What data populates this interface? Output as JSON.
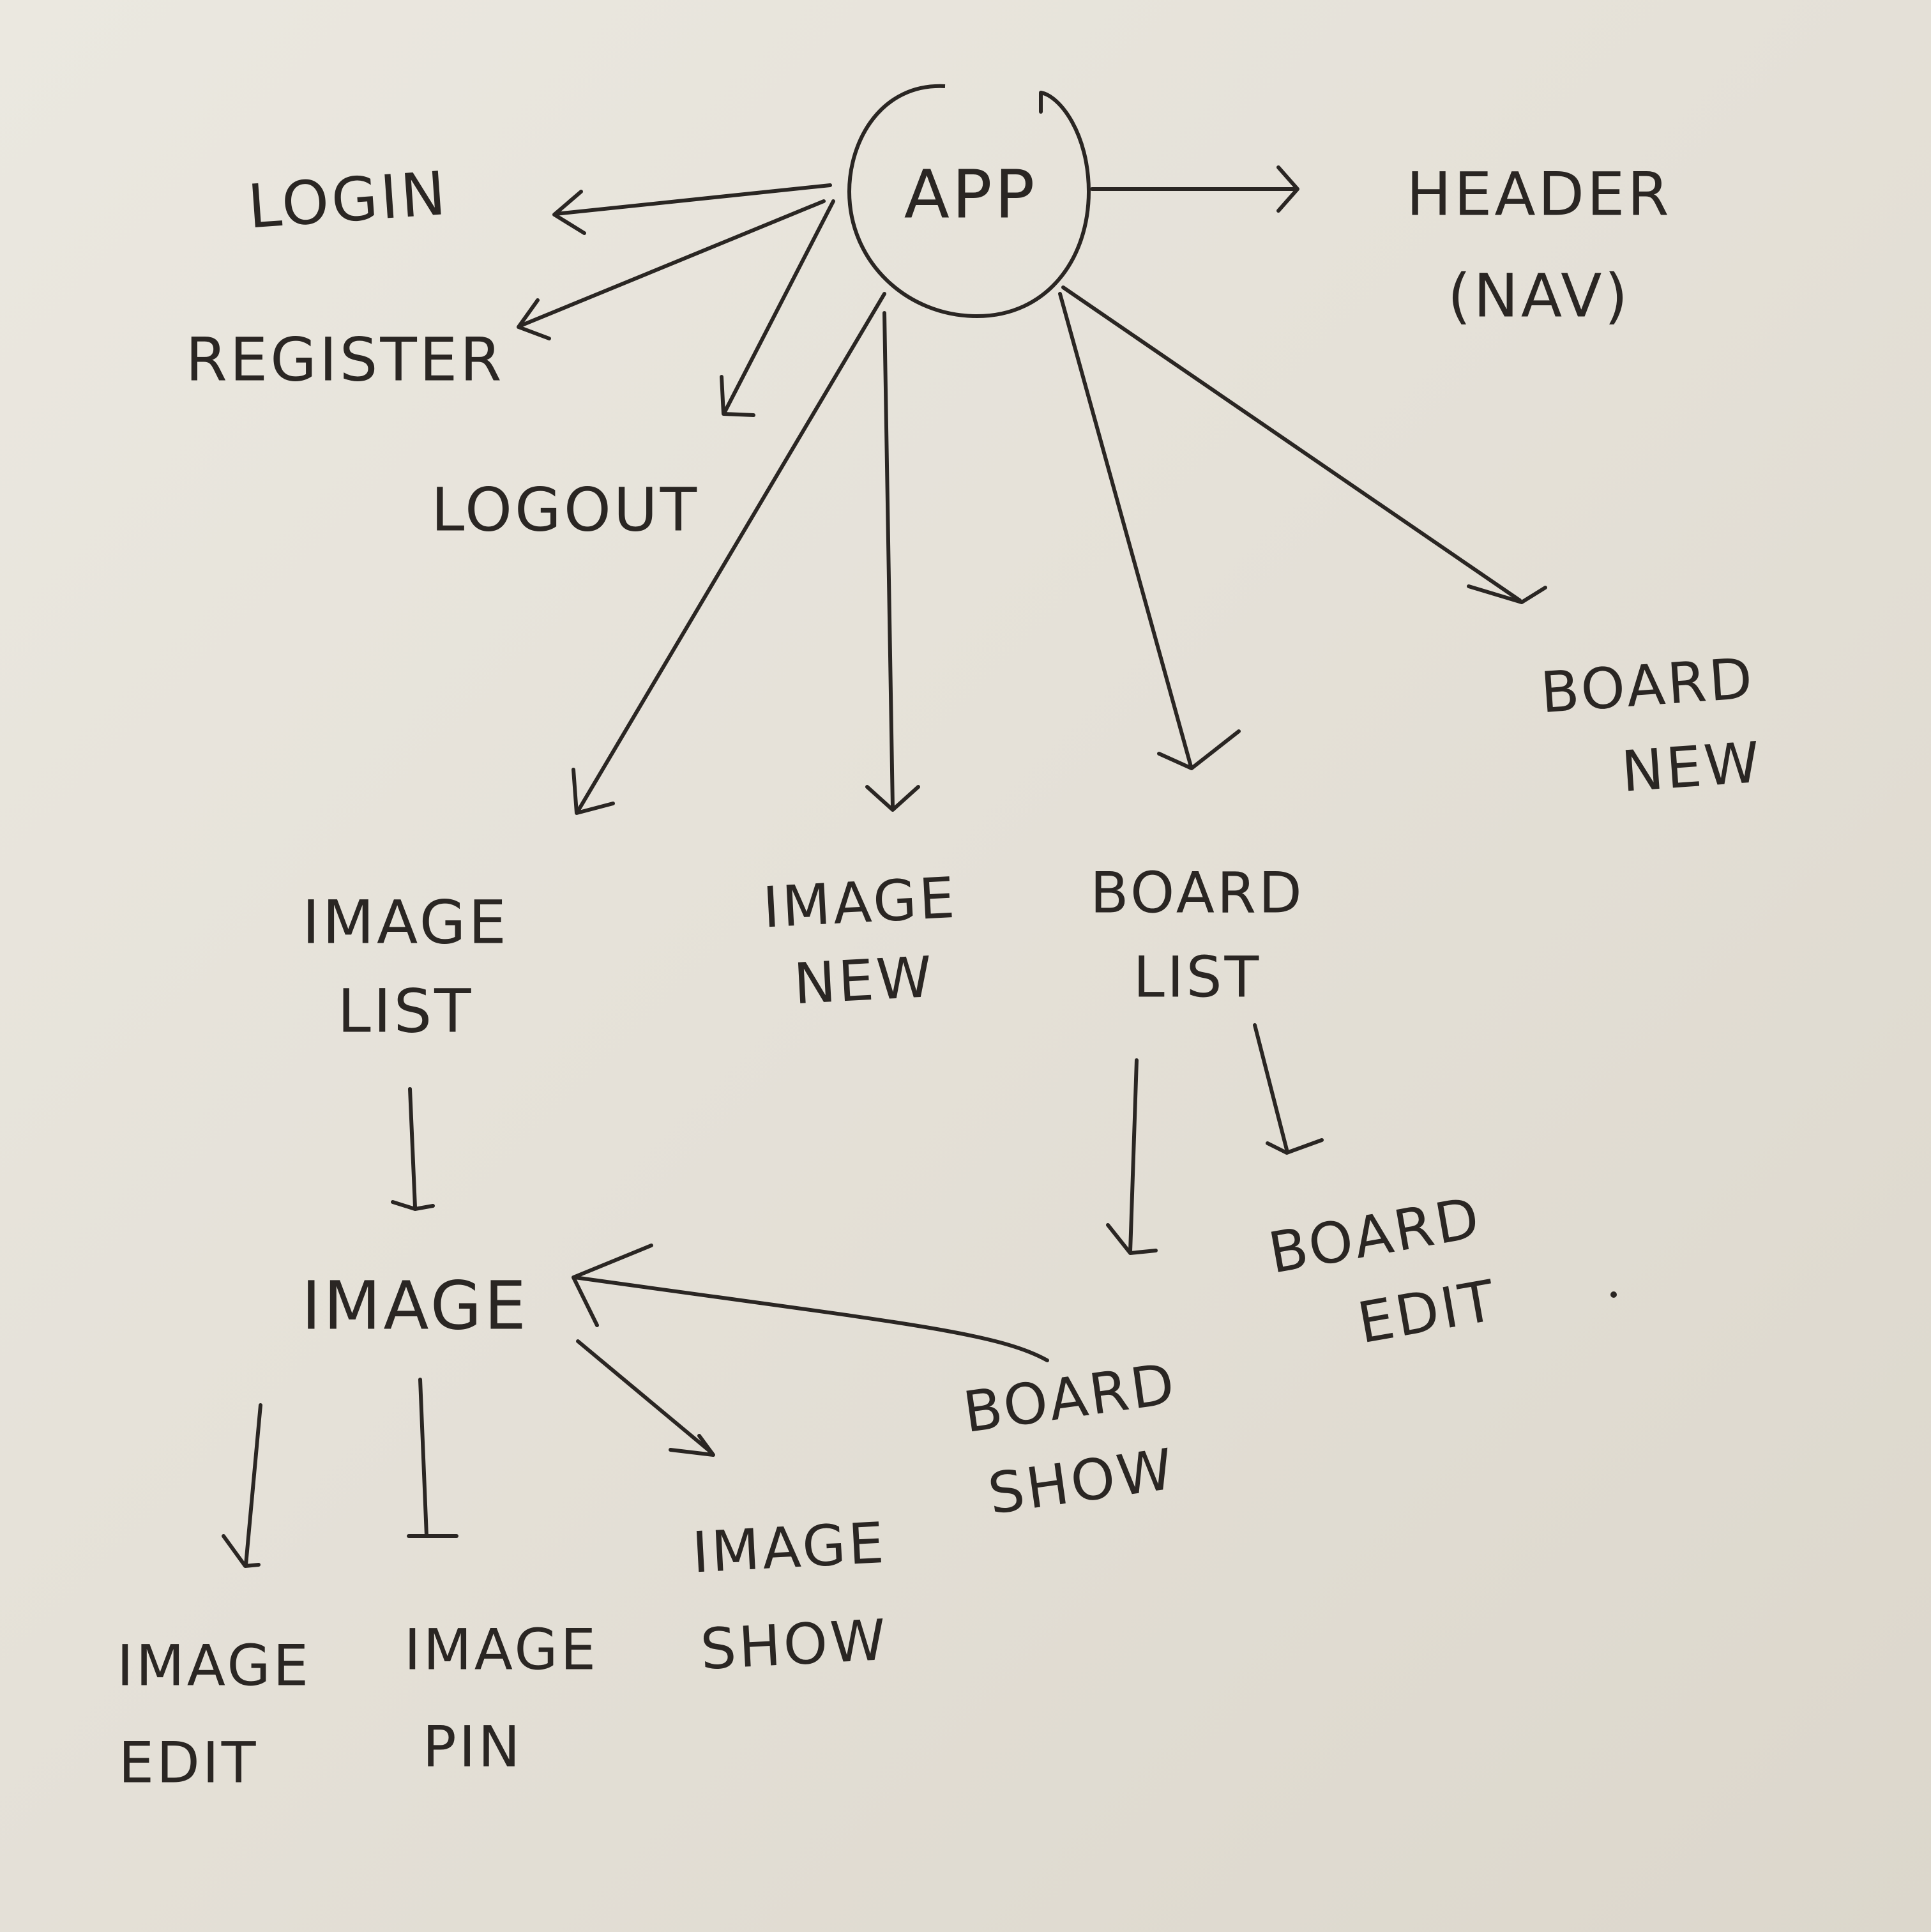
{
  "diagram": {
    "nodes": {
      "app": "APP",
      "header": [
        "HEADER",
        "(NAV)"
      ],
      "login": "LOGIN",
      "register": "REGISTER",
      "logout": "LOGOUT",
      "image_list": [
        "IMAGE",
        "LIST"
      ],
      "image_new": [
        "IMAGE",
        "NEW"
      ],
      "board_list": [
        "BOARD",
        "LIST"
      ],
      "board_new": [
        "BOARD",
        "NEW"
      ],
      "image": "IMAGE",
      "board_show": [
        "BOARD",
        "SHOW"
      ],
      "board_edit": [
        "BOARD",
        "EDIT"
      ],
      "image_edit": [
        "IMAGE",
        "EDIT"
      ],
      "image_pin": [
        "IMAGE",
        "PIN"
      ],
      "image_show": [
        "IMAGE",
        "SHOW"
      ]
    },
    "edges": [
      {
        "from": "APP",
        "to": "HEADER (NAV)"
      },
      {
        "from": "APP",
        "to": "LOGIN"
      },
      {
        "from": "APP",
        "to": "REGISTER"
      },
      {
        "from": "APP",
        "to": "LOGOUT"
      },
      {
        "from": "APP",
        "to": "IMAGE LIST"
      },
      {
        "from": "APP",
        "to": "IMAGE NEW"
      },
      {
        "from": "APP",
        "to": "BOARD LIST"
      },
      {
        "from": "APP",
        "to": "BOARD NEW"
      },
      {
        "from": "IMAGE LIST",
        "to": "IMAGE"
      },
      {
        "from": "BOARD LIST",
        "to": "BOARD SHOW"
      },
      {
        "from": "BOARD LIST",
        "to": "BOARD EDIT"
      },
      {
        "from": "BOARD SHOW",
        "to": "IMAGE"
      },
      {
        "from": "IMAGE",
        "to": "IMAGE EDIT"
      },
      {
        "from": "IMAGE",
        "to": "IMAGE PIN"
      },
      {
        "from": "IMAGE",
        "to": "IMAGE SHOW"
      }
    ]
  }
}
